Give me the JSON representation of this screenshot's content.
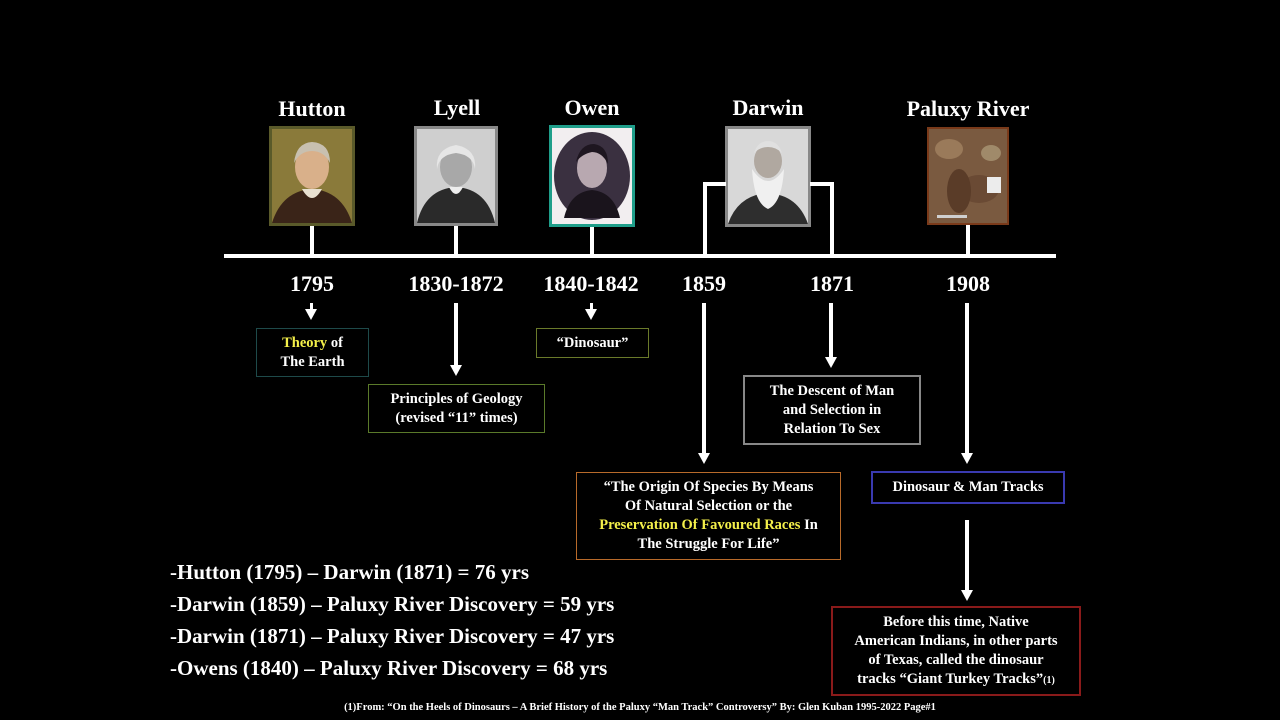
{
  "people": {
    "hutton": {
      "name": "Hutton",
      "year": "1795"
    },
    "lyell": {
      "name": "Lyell",
      "year": "1830-1872"
    },
    "owen": {
      "name": "Owen",
      "year": "1840-1842"
    },
    "darwin": {
      "name": "Darwin",
      "year_a": "1859",
      "year_b": "1871"
    },
    "paluxy": {
      "name": "Paluxy River",
      "year": "1908"
    }
  },
  "events": {
    "hutton_a": "Theory",
    "hutton_b": " of",
    "hutton_c": "The Earth",
    "lyell_a": "Principles of Geology",
    "lyell_b": "(revised “11” times)",
    "owen": "“Dinosaur”",
    "descent_a": "The Descent of Man",
    "descent_b": "and Selection in",
    "descent_c": "Relation To Sex",
    "origin_a": "“The Origin Of Species By Means",
    "origin_b": "Of Natural Selection or the",
    "origin_c": "Preservation Of Favoured Races",
    "origin_d": " In",
    "origin_e": "The Struggle For Life”",
    "tracks": "Dinosaur & Man Tracks",
    "native_a": "Before this time, Native",
    "native_b": "American Indians, in other parts",
    "native_c": "of Texas, called the dinosaur",
    "native_d": "tracks “Giant Turkey Tracks”",
    "native_sup": "(1)"
  },
  "summary": [
    "-Hutton (1795) – Darwin (1871) = 76 yrs",
    "-Darwin (1859) – Paluxy River Discovery = 59 yrs",
    "-Darwin (1871) – Paluxy River Discovery = 47 yrs",
    "-Owens (1840) – Paluxy River Discovery = 68 yrs"
  ],
  "footer": "(1)From: “On the Heels of  Dinosaurs – A Brief History of the Paluxy “Man Track” Controversy” By: Glen Kuban 1995-2022 Page#1",
  "colors": {
    "hutton_border": "#5a5a2a",
    "lyell_border": "#888888",
    "owen_border": "#1f9e8a",
    "darwin_border": "#888888",
    "paluxy_border": "#7a3a1a",
    "box_hutton": "#1e4a4a",
    "box_lyell": "#5a7a2a",
    "box_owen": "#6a7a2a",
    "box_descent": "#888888",
    "box_origin": "#b86a2a",
    "box_tracks": "#3a3ab0",
    "box_native": "#8a1a1a",
    "highlight": "#f4f04a"
  }
}
